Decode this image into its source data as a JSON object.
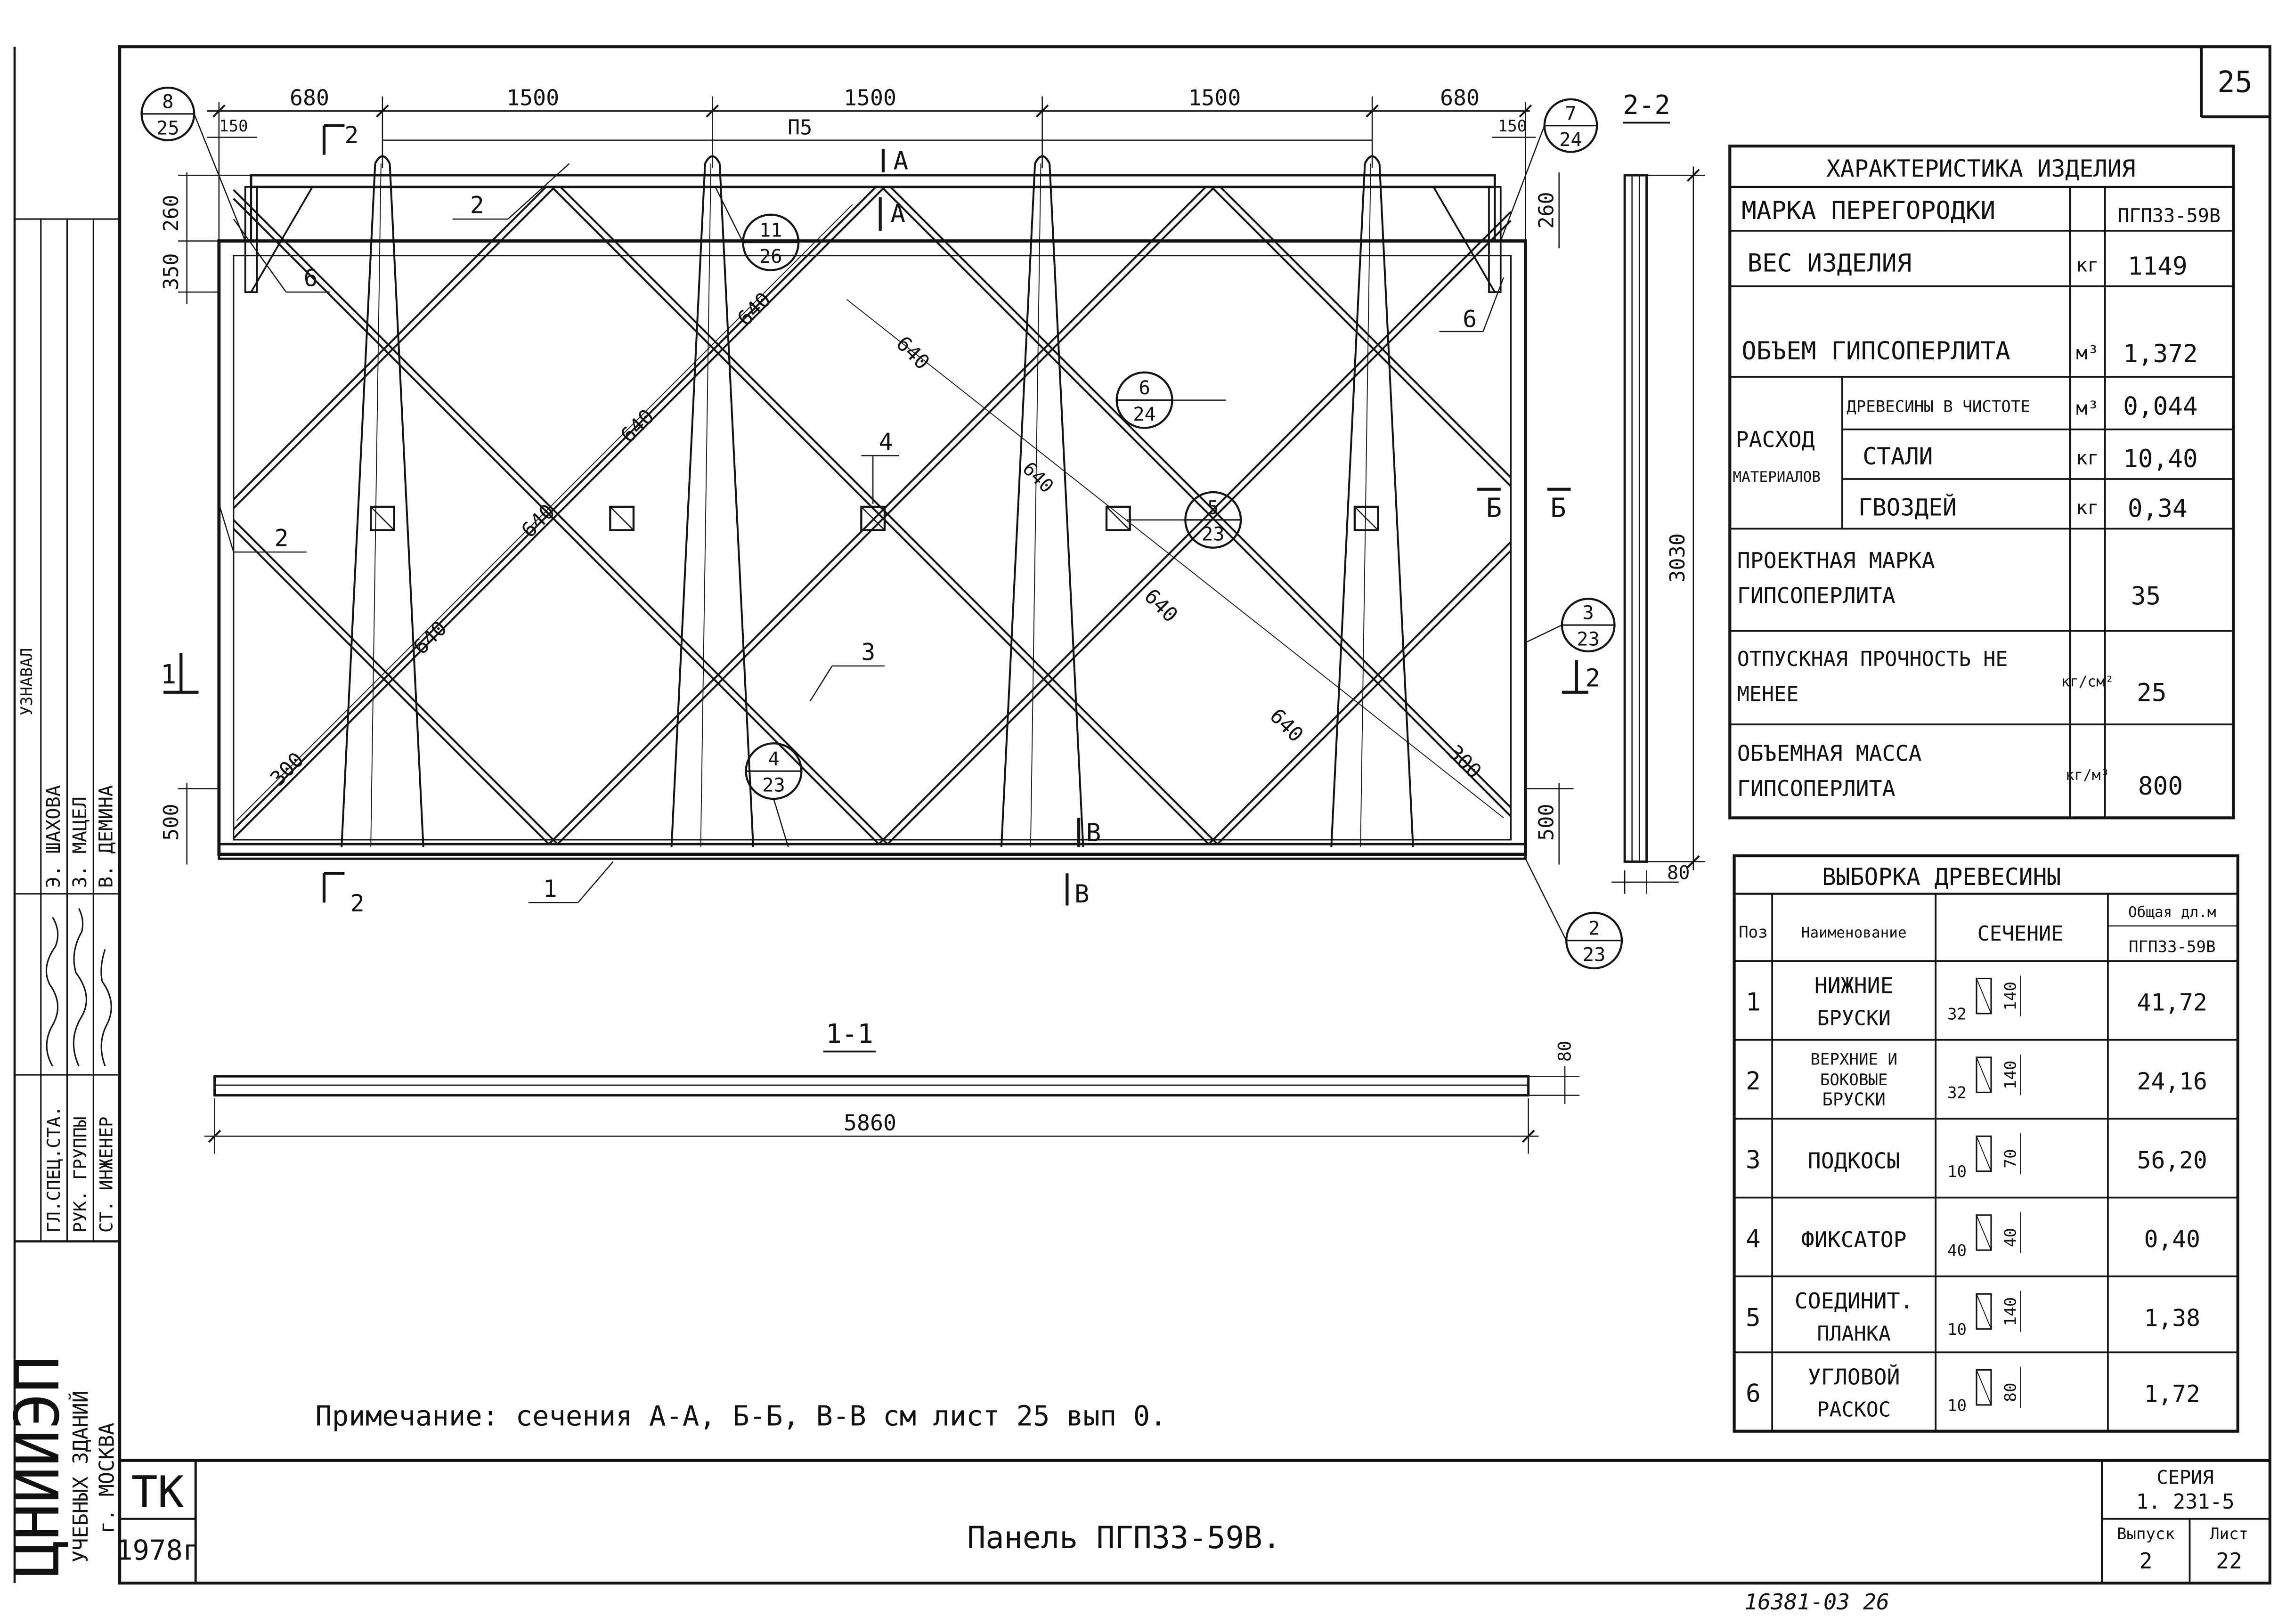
{
  "sheet": {
    "page_number": "25",
    "stamp": "16381-03 26"
  },
  "plan": {
    "dims_top": [
      "680",
      "1500",
      "1500",
      "1500",
      "680"
    ],
    "small_dims": {
      "left": "150",
      "right": "150"
    },
    "dim_150_mid": "П5",
    "left_dims": [
      "260",
      "350",
      "500"
    ],
    "right_dims": [
      "260",
      "500"
    ],
    "diag_dims": [
      "640",
      "640",
      "640",
      "640",
      "640",
      "640",
      "640",
      "640",
      "300",
      "300"
    ],
    "overall_height": "3030",
    "section_thickness": "80"
  },
  "labels": {
    "section_A": "А",
    "section_B": "Б",
    "section_V": "В",
    "section_1": "1",
    "section_2": "2",
    "pos_1": "1",
    "pos_2": "2",
    "pos_3": "3",
    "pos_4": "4",
    "pos_6": "6",
    "section_2_2": "2-2",
    "section_1_1": "1-1"
  },
  "callouts": [
    {
      "top": "8",
      "bottom": "25"
    },
    {
      "top": "7",
      "bottom": "24"
    },
    {
      "top": "11",
      "bottom": "26"
    },
    {
      "top": "6",
      "bottom": "24"
    },
    {
      "top": "5",
      "bottom": "23"
    },
    {
      "top": "3",
      "bottom": "23"
    },
    {
      "top": "4",
      "bottom": "23"
    },
    {
      "top": "2",
      "bottom": "23"
    }
  ],
  "section_1_1": {
    "length": "5860",
    "thickness": "80"
  },
  "characteristics": {
    "title": "ХАРАКТЕРИСТИКА ИЗДЕЛИЯ",
    "rows": [
      {
        "label": "МАРКА ПЕРЕГОРОДКИ",
        "unit": "",
        "value": "ПГП33-59В"
      },
      {
        "label": "ВЕС ИЗДЕЛИЯ",
        "unit": "кг",
        "value": "1149"
      },
      {
        "label": "ОБЪЕМ ГИПСОПЕРЛИТА",
        "unit": "м³",
        "value": "1,372"
      },
      {
        "label": "ПРОЕКТНАЯ МАРКА ГИПСОПЕРЛИТА",
        "unit": "",
        "value": "35"
      },
      {
        "label": "ОТПУСКНАЯ ПРОЧНОСТЬ НЕ МЕНЕЕ",
        "unit": "кг/см²",
        "value": "25"
      },
      {
        "label": "ОБЪЕМНАЯ МАССА ГИПСОПЕРЛИТА",
        "unit": "кг/м³",
        "value": "800"
      }
    ],
    "consumption": {
      "label_1": "РАСХОД",
      "label_2": "МАТЕРИАЛОВ",
      "rows": [
        {
          "label": "ДРЕВЕСИНЫ В ЧИСТОТЕ",
          "unit": "м³",
          "value": "0,044"
        },
        {
          "label": "СТАЛИ",
          "unit": "кг",
          "value": "10,40"
        },
        {
          "label": "ГВОЗДЕЙ",
          "unit": "кг",
          "value": "0,34"
        }
      ]
    }
  },
  "timber": {
    "title": "ВЫБОРКА ДРЕВЕСИНЫ",
    "headers": {
      "pos": "Поз",
      "name": "Наименование",
      "section": "СЕЧЕНИЕ",
      "total_1": "Общая дл.м",
      "total_2": "ПГП33-59В"
    },
    "rows": [
      {
        "pos": "1",
        "name_1": "НИЖНИЕ",
        "name_2": "БРУСКИ",
        "w": "32",
        "h": "140",
        "length": "41,72"
      },
      {
        "pos": "2",
        "name_1": "ВЕРХНИЕ И",
        "name_2": "БОКОВЫЕ",
        "name_3": "БРУСКИ",
        "w": "32",
        "h": "140",
        "length": "24,16"
      },
      {
        "pos": "3",
        "name_1": "ПОДКОСЫ",
        "name_2": "",
        "w": "10",
        "h": "70",
        "length": "56,20"
      },
      {
        "pos": "4",
        "name_1": "ФИКСАТОР",
        "name_2": "",
        "w": "40",
        "h": "40",
        "length": "0,40"
      },
      {
        "pos": "5",
        "name_1": "СОЕДИНИТ.",
        "name_2": "ПЛАНКА",
        "w": "10",
        "h": "140",
        "length": "1,38"
      },
      {
        "pos": "6",
        "name_1": "УГЛОВОЙ",
        "name_2": "РАСКОС",
        "w": "10",
        "h": "80",
        "length": "1,72"
      }
    ]
  },
  "note": "Примечание: сечения А-А, Б-Б, В-В см лист 25 вып 0.",
  "title_block": {
    "org": "ТК",
    "year": "1978г",
    "title": "Панель ПГП33-59В.",
    "series_label": "СЕРИЯ",
    "series": "1. 231-5",
    "issue_label": "Выпуск",
    "issue": "2",
    "sheet_label": "Лист",
    "sheet": "22"
  },
  "left_strip": {
    "institute": "ЦНИИЭП",
    "institute_sub_1": "УЧЕБНЫХ ЗДАНИЙ",
    "institute_sub_2": "г. МОСКВА",
    "roles": [
      "ГЛ.СПЕЦ.СТА.",
      "РУК. ГРУППЫ",
      "СТ. ИНЖЕНЕР"
    ],
    "names": [
      "Э. ШАХОВА",
      "З. МАЦЕЛ",
      "В. ДЕМИНА"
    ],
    "top_text": "УЗНАВАЛ"
  }
}
